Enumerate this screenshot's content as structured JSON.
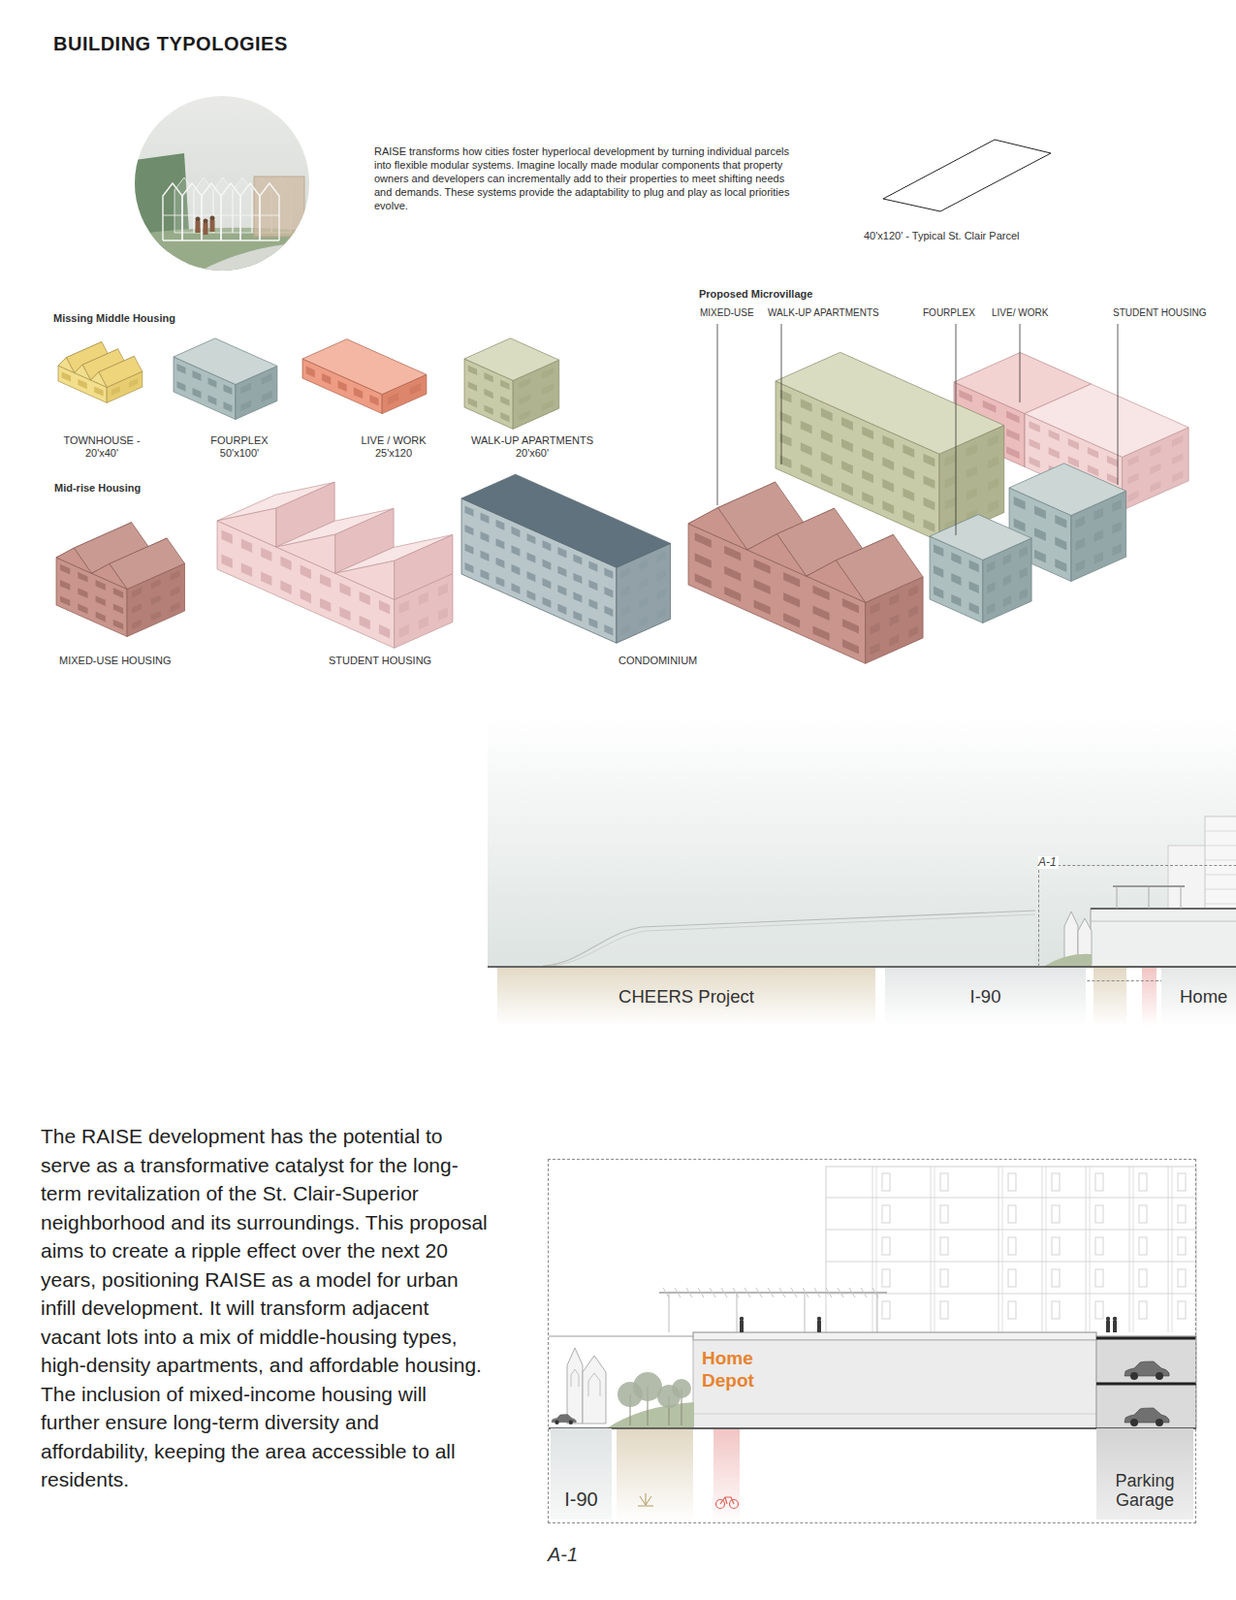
{
  "diagram": {
    "title": "BUILDING TYPOLOGIES",
    "nodes": [
      {
        "text": [
          "A-1"
        ]
      },
      {
        "text": [
          "CHEERS Project"
        ]
      },
      {
        "text": [
          "I-90"
        ]
      },
      {
        "text": [
          "Home"
        ]
      },
      {
        "text": [
          "A-1"
        ]
      },
      {
        "text": [
          "I-90"
        ],
        "in": 4
      },
      {
        "text": [
          "Parking Garage"
        ],
        "in": 4
      }
    ],
    "labels": [
      "RAISE transforms how cities foster hyperlocal development by turning individual parcels into flexible modular systems. Imagine locally made modular components that property owners and developers can incrementally add to their properties to meet shifting needs and demands. These systems provide the adaptability to plug and play as local priorities evolve.",
      "40'x120' - Typical St. Clair Parcel",
      "Missing Middle Housing",
      "TOWNHOUSE - 20'x40'",
      "FOURPLEX 50'x100'",
      "LIVE / WORK 25'x120",
      "WALK-UP APARTMENTS 20'x60'",
      "Mid-rise Housing",
      "MIXED-USE HOUSING",
      "STUDENT HOUSING",
      "CONDOMINIUM",
      "Proposed Microvillage",
      "MIXED-USE",
      "WALK-UP APARTMENTS",
      "FOURPLEX",
      "LIVE/ WORK",
      "STUDENT HOUSING",
      "The RAISE development has the potential to serve as a transformative catalyst for the long-term revitalization of the St. Clair-Superior neighborhood and its surroundings. This proposal aims to create a ripple effect over the next 20 years, positioning RAISE as a model for urban infill development. It will transform adjacent vacant lots into a mix of middle-housing types, high-density apartments, and affordable housing. The inclusion of mixed-income housing will further ensure long-term diversity and affordability, keeping the area accessible to all residents.",
      "Home Depot"
    ]
  }
}
